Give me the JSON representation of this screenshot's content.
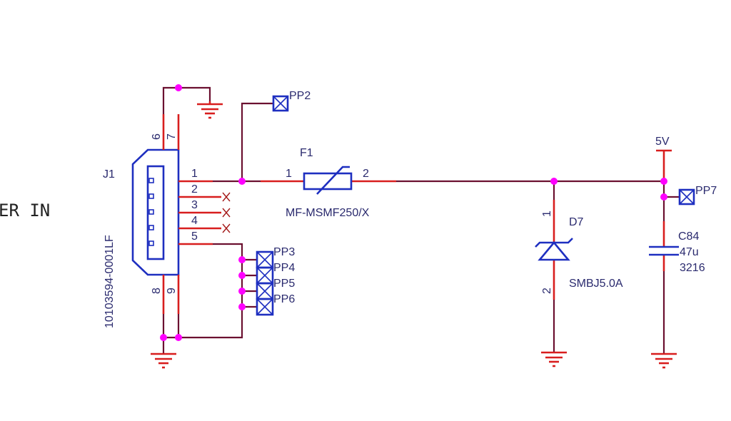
{
  "sheet_text": {
    "power_in": "ER IN"
  },
  "connector": {
    "ref": "J1",
    "part": "10103594-0001LF",
    "pins": {
      "p1": "1",
      "p2": "2",
      "p3": "3",
      "p4": "4",
      "p5": "5",
      "p6": "6",
      "p7": "7",
      "p8": "8",
      "p9": "9"
    }
  },
  "fuse": {
    "ref": "F1",
    "part": "MF-MSMF250/X",
    "pin1": "1",
    "pin2": "2"
  },
  "diode": {
    "ref": "D7",
    "part": "SMBJ5.0A",
    "pin1": "1",
    "pin2": "2"
  },
  "capacitor": {
    "ref": "C84",
    "value": "47u",
    "package": "3216"
  },
  "power_rail": {
    "label": "5V"
  },
  "test_points": [
    "PP2",
    "PP3",
    "PP4",
    "PP5",
    "PP6",
    "PP7"
  ],
  "colors": {
    "wire": "#6b1030",
    "pin": "#d81e1e",
    "body": "#1e2fc0",
    "junction": "#ff00ff",
    "text": "#2a2a6e"
  }
}
